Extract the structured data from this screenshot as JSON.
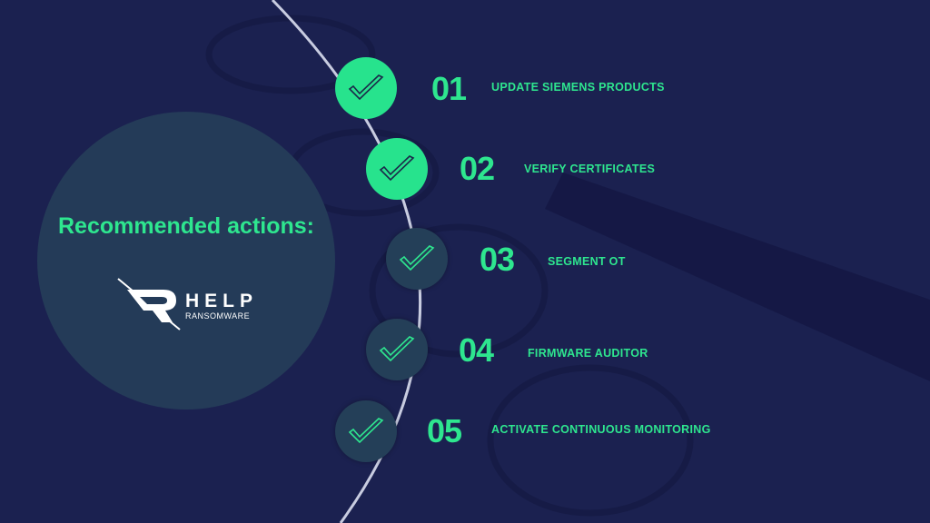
{
  "heading": "Recommended actions:",
  "logo": {
    "main": "HELP",
    "sub": "RANSOMWARE"
  },
  "colors": {
    "background": "#1b2150",
    "accent": "#2ee68f",
    "panel": "#243b58"
  },
  "steps": [
    {
      "number": "01",
      "label": "Update Siemens products",
      "state": "done"
    },
    {
      "number": "02",
      "label": "Verify certificates",
      "state": "done"
    },
    {
      "number": "03",
      "label": "Segment OT",
      "state": "pending"
    },
    {
      "number": "04",
      "label": "Firmware auditor",
      "state": "pending"
    },
    {
      "number": "05",
      "label": "Activate continuous monitoring",
      "state": "pending"
    }
  ]
}
